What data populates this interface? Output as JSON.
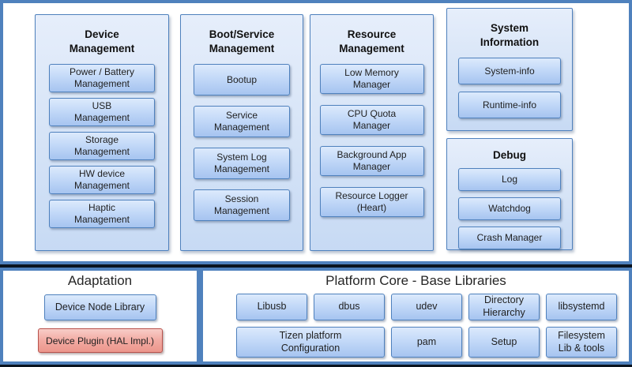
{
  "colors": {
    "accent_blue": "#4f81bd",
    "divider_dark": "#0a1420",
    "red_border": "#b8524c"
  },
  "top": {
    "panels": [
      {
        "title": "Device\nManagement",
        "items": [
          "Power / Battery\nManagement",
          "USB\nManagement",
          "Storage\nManagement",
          "HW device\nManagement",
          "Haptic\nManagement"
        ]
      },
      {
        "title": "Boot/Service\nManagement",
        "items": [
          "Bootup",
          "Service\nManagement",
          "System Log\nManagement",
          "Session\nManagement"
        ]
      },
      {
        "title": "Resource\nManagement",
        "items": [
          "Low Memory\nManager",
          "CPU Quota\nManager",
          "Background App\nManager",
          "Resource Logger\n(Heart)"
        ]
      },
      {
        "title": "System\nInformation",
        "items": [
          "System-info",
          "Runtime-info"
        ]
      },
      {
        "title": "Debug",
        "items": [
          "Log",
          "Watchdog",
          "Crash Manager"
        ]
      }
    ]
  },
  "adaptation": {
    "title": "Adaptation",
    "items": [
      {
        "label": "Device Node Library",
        "style": "blue"
      },
      {
        "label": "Device Plugin (HAL Impl.)",
        "style": "red"
      }
    ]
  },
  "platform_core": {
    "title": "Platform Core - Base Libraries",
    "row1": [
      "Libusb",
      "dbus",
      "udev",
      "Directory\nHierarchy",
      "libsystemd"
    ],
    "row2": [
      "Tizen platform\nConfiguration",
      "pam",
      "Setup",
      "Filesystem\nLib & tools"
    ]
  }
}
